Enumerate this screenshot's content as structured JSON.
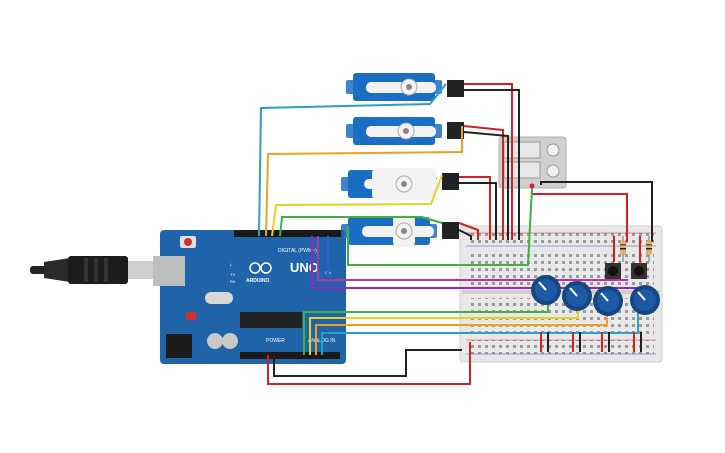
{
  "arduino": {
    "brand": "ARDUINO",
    "model": "UNO",
    "digital_label": "DIGITAL (PWM~)",
    "power_label": "POWER",
    "analog_label": "ANALOG IN",
    "tx_label": "TX",
    "rx_label": "RX",
    "l_label": "L",
    "on_label": "ON"
  },
  "colors": {
    "board": "#1f63a8",
    "servo": "#1a6fc4",
    "breadboard": "#e8e8e8",
    "pot_knob": "#1d5aa5",
    "wire_red": "#d42020",
    "wire_black": "#222222",
    "wire_cyan": "#2a9fc8",
    "wire_orange": "#f0a020",
    "wire_yellow": "#e8d020",
    "wire_green": "#40b040",
    "wire_purple": "#a020c0",
    "wire_blue": "#3060d0"
  },
  "components": {
    "servos": [
      "servo-1",
      "servo-2",
      "servo-3",
      "servo-4"
    ],
    "potentiometers": [
      "pot-1",
      "pot-2",
      "pot-3",
      "pot-4"
    ],
    "pushbuttons": [
      "button-1",
      "button-2"
    ],
    "relay": "relay"
  }
}
